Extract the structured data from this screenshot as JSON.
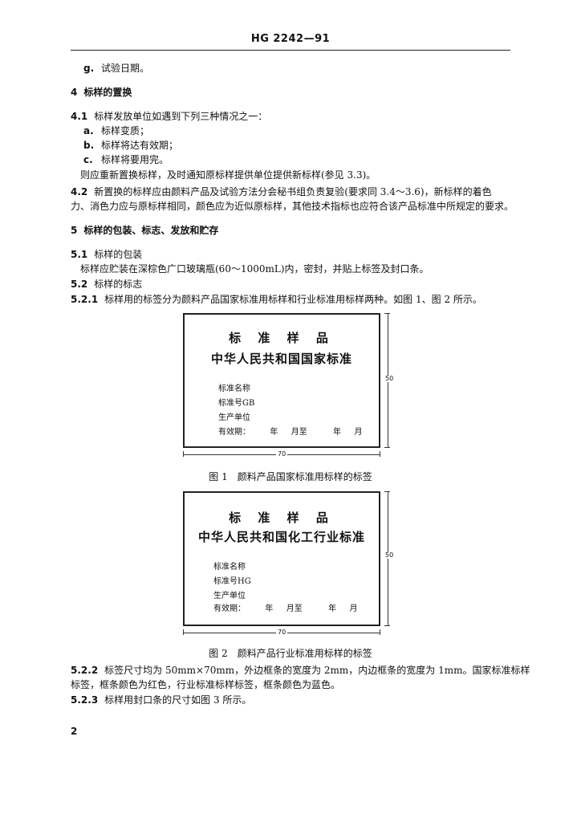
{
  "header": {
    "std_no": "HG 2242—91"
  },
  "items": {
    "g_letter": "g.",
    "g_text": "试验日期。",
    "s4_num": "4",
    "s4_title": "标样的置换",
    "s41_num": "4.1",
    "s41_text": "标样发放单位如遇到下列三种情况之一：",
    "a_letter": "a.",
    "a_text": "标样变质；",
    "b_letter": "b.",
    "b_text": "标样将达有效期；",
    "c_letter": "c.",
    "c_text": "标样将要用完。",
    "then_text": "则应重新置换标样，及时通知原标样提供单位提供新标样(参见 3.3)。",
    "s42_num": "4.2",
    "s42_line1": "新置换的标样应由颜料产品及试验方法分会秘书组负责复验(要求同 3.4～3.6)，新标样的着色",
    "s42_line2": "力、消色力应与原标样相同，颜色应为近似原标样，其他技术指标也应符合该产品标准中所规定的要求。",
    "s5_num": "5",
    "s5_title": "标样的包装、标志、发放和贮存",
    "s51_num": "5.1",
    "s51_title": "标样的包装",
    "s51_text": "标样应贮装在深棕色广口玻璃瓶(60～1000mL)内，密封，并贴上标签及封口条。",
    "s52_num": "5.2",
    "s52_title": "标样的标志",
    "s521_num": "5.2.1",
    "s521_text": "标样用的标签分为颜料产品国家标准用标样和行业标准用标样两种。如图 1、图 2 所示。",
    "s522_num": "5.2.2",
    "s522_line1": "标签尺寸均为 50mm×70mm，外边框条的宽度为 2mm，内边框条的宽度为 1mm。国家标准标样",
    "s522_line2": "标签，框条颜色为红色，行业标准标样标签，框条颜色为蓝色。",
    "s523_num": "5.2.3",
    "s523_text": "标样用封口条的尺寸如图 3 所示。"
  },
  "figure1": {
    "title": "标 准 样 品",
    "subtitle": "中华人民共和国国家标准",
    "name_label": "标准名称",
    "number_label": "标准号GB",
    "producer_label": "生产单位",
    "valid_label": "有效期：",
    "year1": "年",
    "month_to": "月至",
    "year2": "年",
    "month2": "月",
    "dim_width": "70",
    "dim_height": "50",
    "caption": "图 1　颜料产品国家标准用标样的标签"
  },
  "figure2": {
    "title": "标 准 样 品",
    "subtitle": "中华人民共和国化工行业标准",
    "name_label": "标准名称",
    "number_label": "标准号HG",
    "producer_label": "生产单位",
    "valid_label": "有效期：",
    "year1": "年",
    "month_to": "月至",
    "year2": "年",
    "month2": "月",
    "dim_width": "70",
    "dim_height": "50",
    "caption": "图 2　颜料产品行业标准用标样的标签"
  },
  "footer": {
    "page_number": "2"
  }
}
